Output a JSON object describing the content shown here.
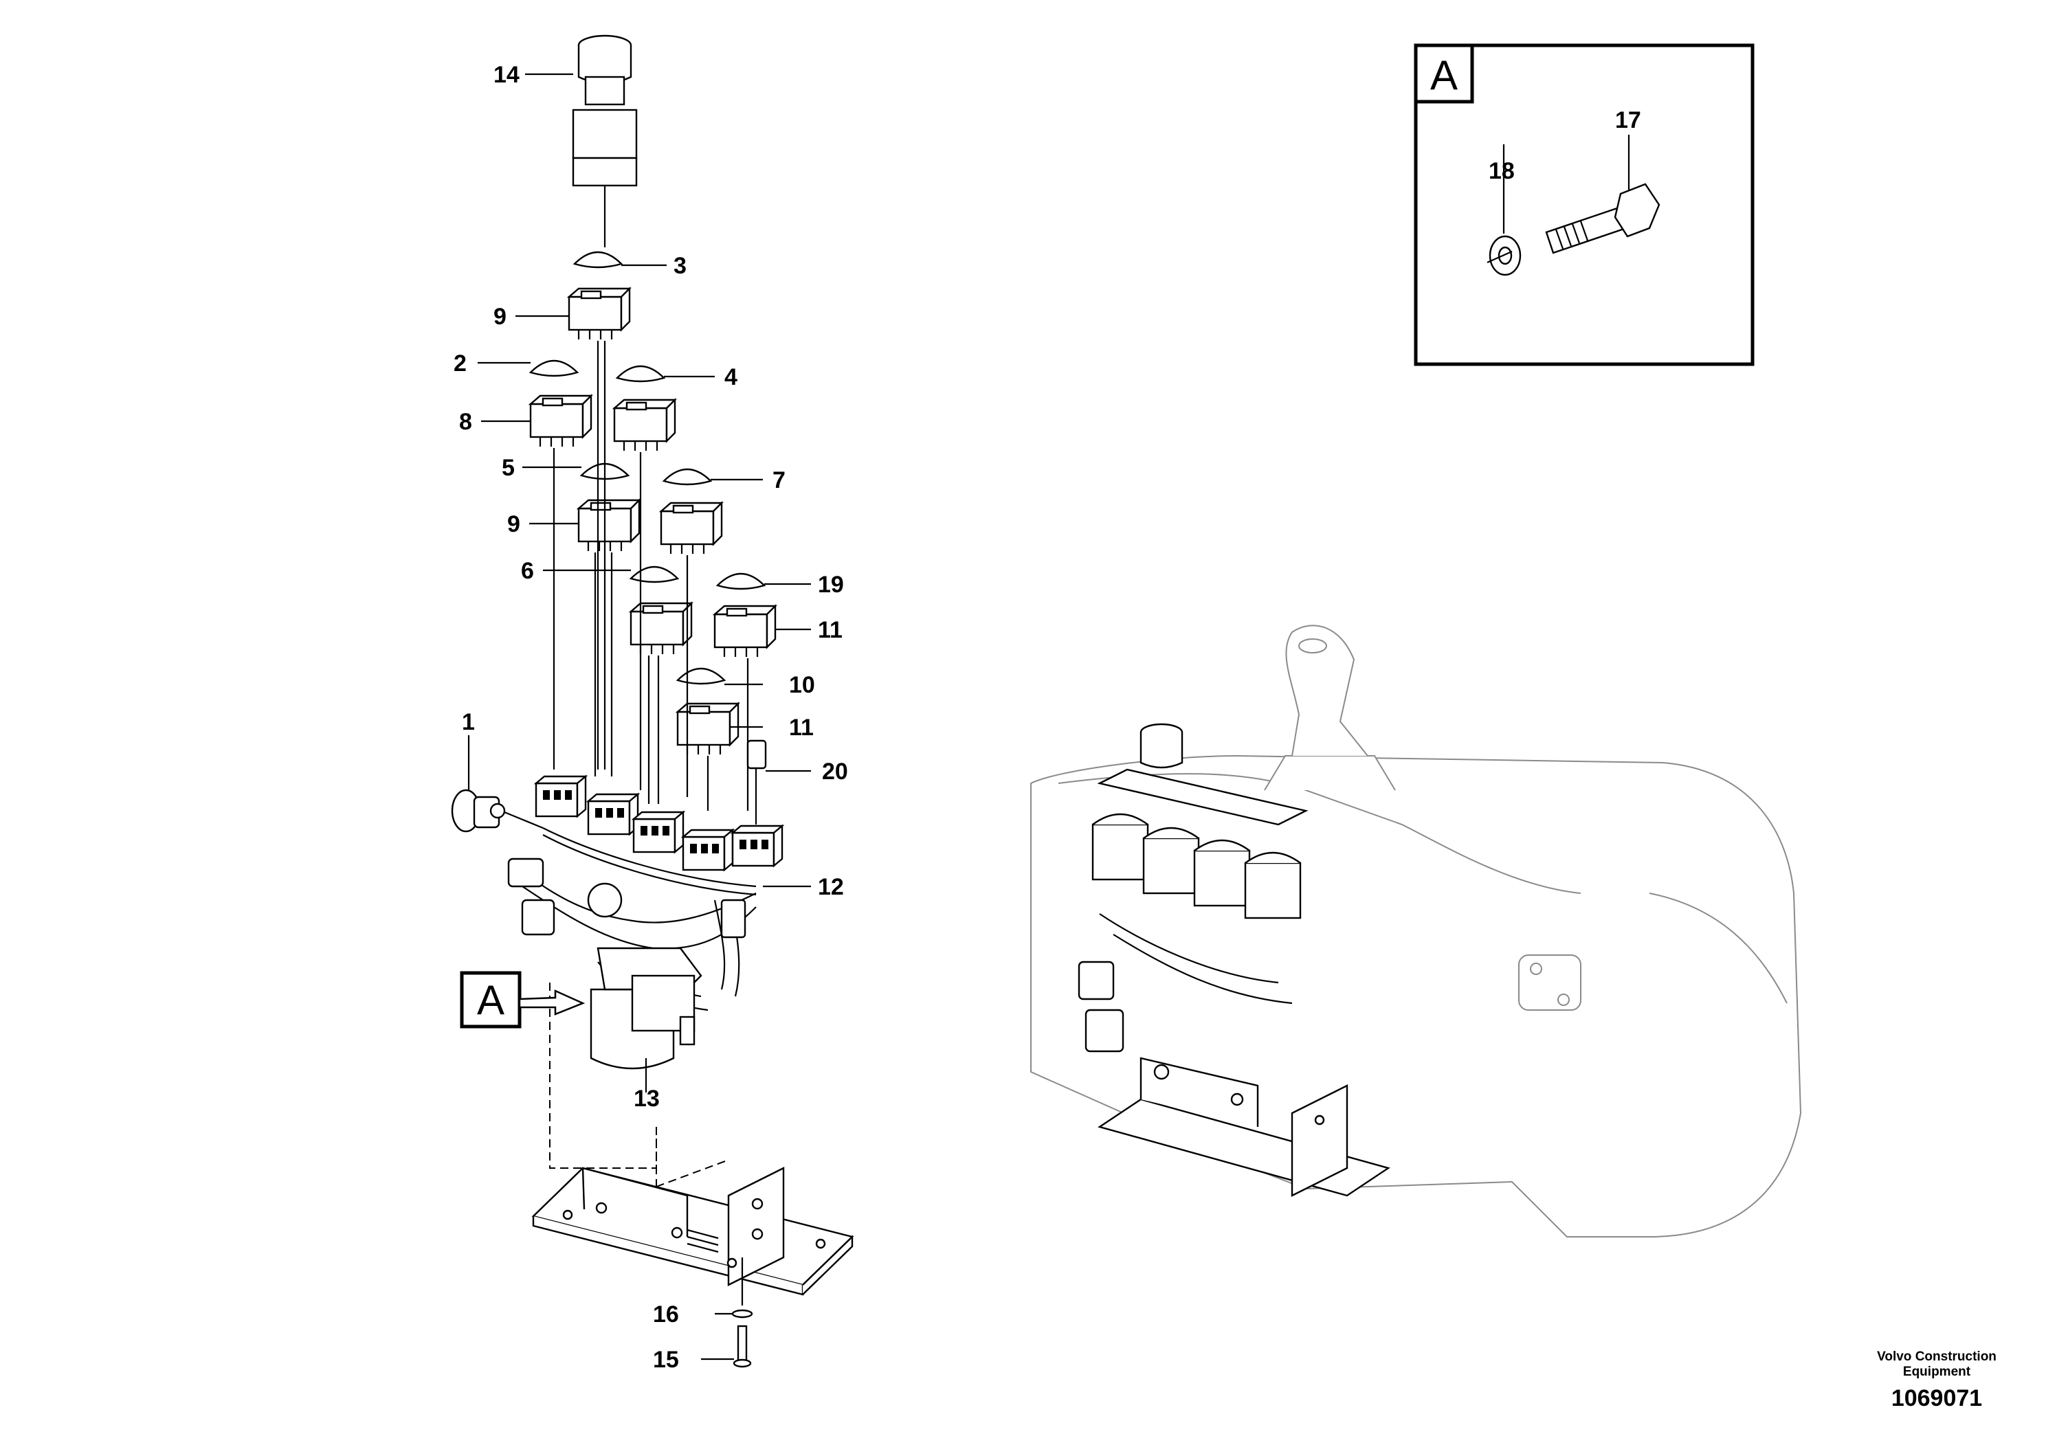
{
  "diagram": {
    "callouts": [
      {
        "id": "c14",
        "text": "14"
      },
      {
        "id": "c3",
        "text": "3"
      },
      {
        "id": "c9a",
        "text": "9"
      },
      {
        "id": "c2",
        "text": "2"
      },
      {
        "id": "c4",
        "text": "4"
      },
      {
        "id": "c8",
        "text": "8"
      },
      {
        "id": "c5",
        "text": "5"
      },
      {
        "id": "c7",
        "text": "7"
      },
      {
        "id": "c9b",
        "text": "9"
      },
      {
        "id": "c6",
        "text": "6"
      },
      {
        "id": "c19",
        "text": "19"
      },
      {
        "id": "c11a",
        "text": "11"
      },
      {
        "id": "c10",
        "text": "10"
      },
      {
        "id": "c11b",
        "text": "11"
      },
      {
        "id": "c1",
        "text": "1"
      },
      {
        "id": "c20",
        "text": "20"
      },
      {
        "id": "c12",
        "text": "12"
      },
      {
        "id": "c13",
        "text": "13"
      },
      {
        "id": "c16",
        "text": "16"
      },
      {
        "id": "c15",
        "text": "15"
      },
      {
        "id": "c17",
        "text": "17"
      },
      {
        "id": "c18",
        "text": "18"
      }
    ],
    "detail_view": {
      "label": "A"
    },
    "detail_marker": {
      "label": "A"
    }
  },
  "publisher": {
    "line1": "Volvo Construction",
    "line2": "Equipment"
  },
  "drawing_number": "1069071"
}
